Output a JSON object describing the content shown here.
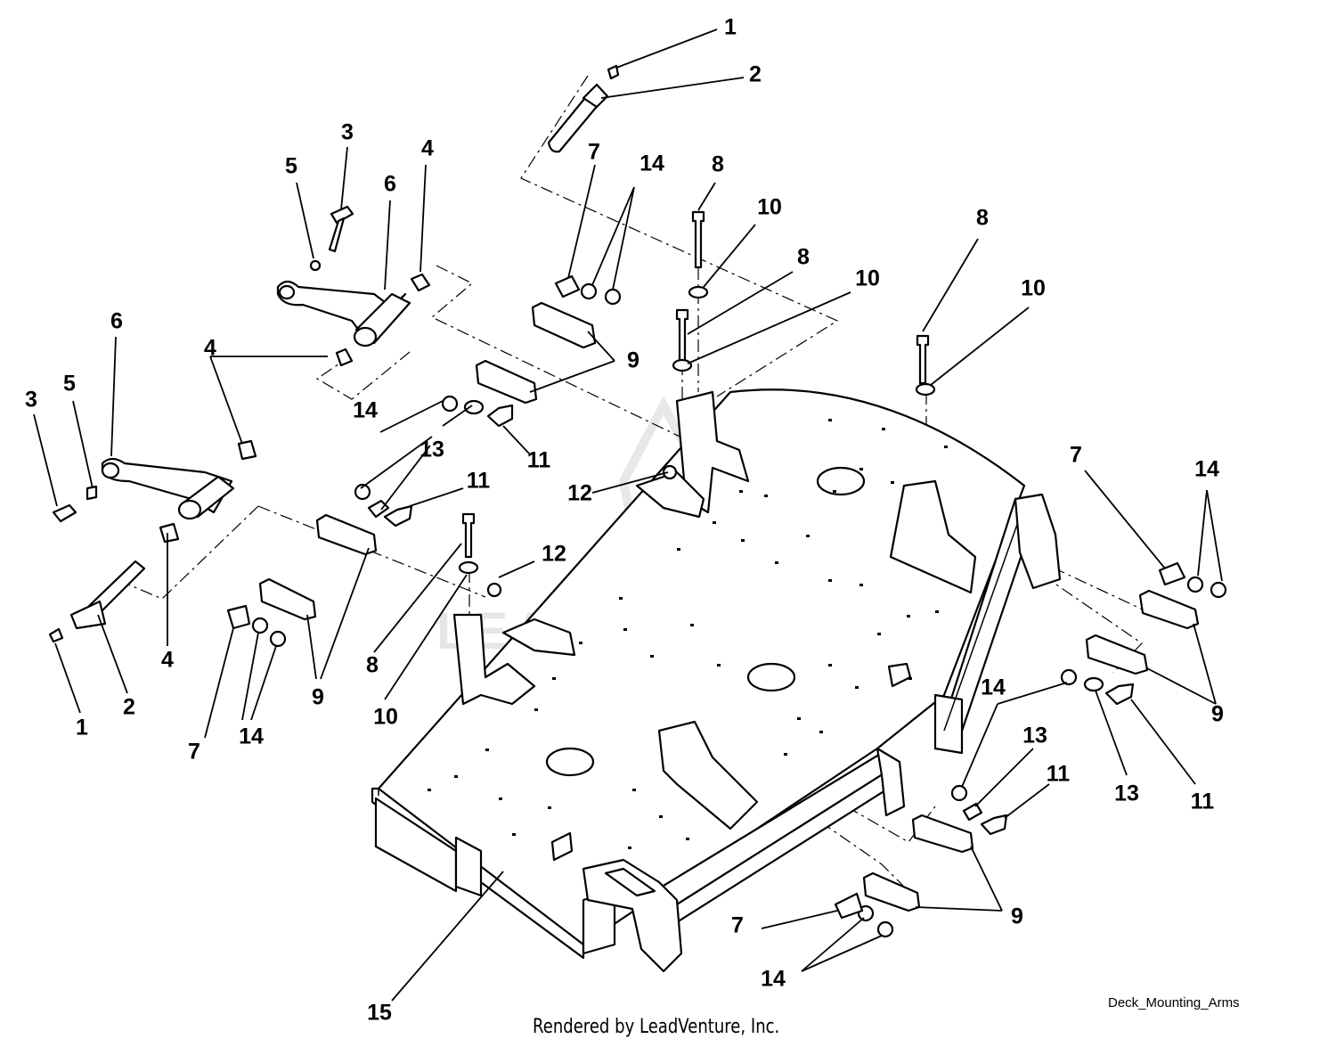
{
  "diagram": {
    "name": "Deck_Mounting_Arms",
    "credit": "Rendered by LeadVenture, Inc.",
    "watermark": "LEADVENTURE",
    "callouts": [
      "1",
      "2",
      "3",
      "4",
      "5",
      "6",
      "7",
      "8",
      "9",
      "10",
      "11",
      "12",
      "13",
      "14",
      "15"
    ],
    "colors": {
      "line": "#000000",
      "background": "#ffffff",
      "watermark": "#e6e6e6"
    }
  }
}
